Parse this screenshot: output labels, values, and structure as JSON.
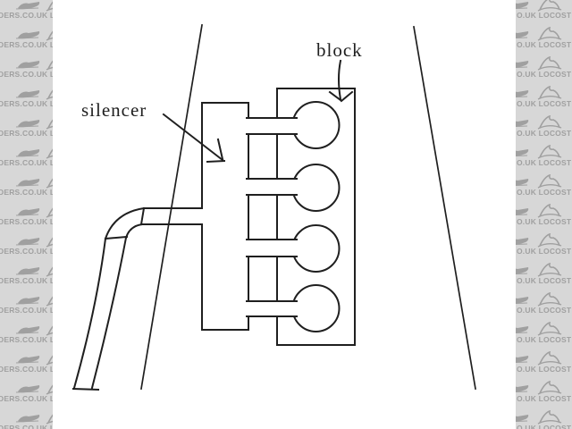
{
  "diagram_labels": {
    "silencer": "silencer",
    "block": "block"
  },
  "watermark": {
    "left_text": "DERS.CO.UK L",
    "right_text": "O.UK LOCOST",
    "row_count": 15
  },
  "colors": {
    "paper": "#ffffff",
    "ink": "#1f1f1f",
    "watermark_bg": "#d7d7d7",
    "watermark_fg": "#a0a0a0"
  }
}
